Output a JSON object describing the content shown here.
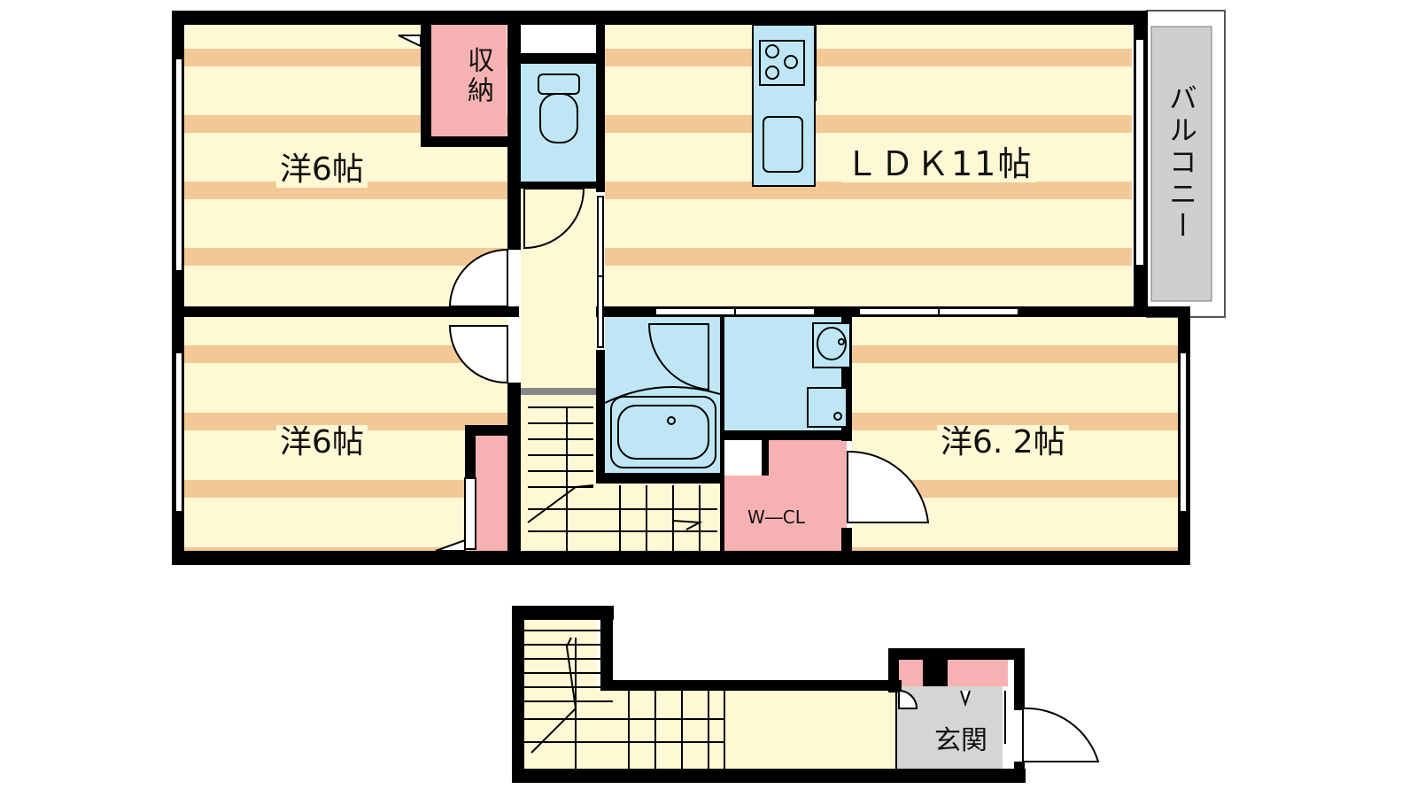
{
  "rooms": {
    "western_upper_left": "洋6帖",
    "western_lower_left": "洋6帖",
    "ldk": "ＬＤＫ11帖",
    "western_right": "洋6. 2帖"
  },
  "storage": {
    "closet": "収納",
    "walk_in_closet": "W―CL"
  },
  "balcony": "バルコニー",
  "entrance": "玄関",
  "colors": {
    "wall": "#000000",
    "floor_light": "#fff8d4",
    "floor_stripe": "#f2c896",
    "storage": "#f6b2b2",
    "wet_area": "#bfe6f5",
    "balcony": "#cfcfcf",
    "entrance_floor": "#d5d5d5"
  }
}
